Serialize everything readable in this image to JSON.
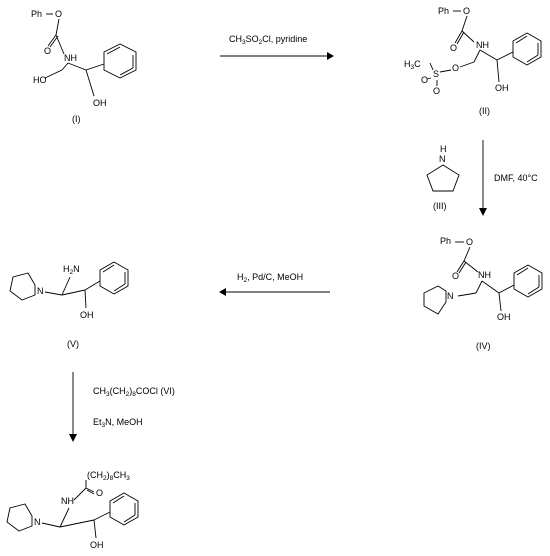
{
  "compounds": [
    {
      "id": "I",
      "label": "(I)",
      "atoms": [
        "Ph",
        "O",
        "O",
        "NH",
        "HO",
        "OH"
      ]
    },
    {
      "id": "II",
      "label": "(II)",
      "atoms": [
        "Ph",
        "O",
        "O",
        "NH",
        "O",
        "OH",
        "H",
        "C",
        "S",
        "O",
        "O"
      ]
    },
    {
      "id": "III",
      "label": "(III)",
      "atoms": [
        "H",
        "N"
      ]
    },
    {
      "id": "IV",
      "label": "(IV)",
      "atoms": [
        "Ph",
        "O",
        "O",
        "NH",
        "N",
        "OH"
      ]
    },
    {
      "id": "V",
      "label": "(V)",
      "atoms": [
        "H",
        "N",
        "OH"
      ]
    },
    {
      "id": "VII",
      "label": "",
      "atoms": [
        "(CH",
        "CH",
        "O",
        "NH",
        "N",
        "OH"
      ]
    }
  ],
  "conditions": {
    "step1": {
      "a": "CH",
      "b": "SO",
      "c": "Cl, pyridine"
    },
    "step2": {
      "text": "DMF,  40",
      "deg": "°C"
    },
    "step3": {
      "a": "H",
      "b": ", Pd/C, MeOH"
    },
    "step4": {
      "line1a": "CH",
      "line1b": "(CH",
      "line1c": ")",
      "line1d": "COCl  (VI)",
      "line2a": "Et",
      "line2b": "N, MeOH"
    }
  },
  "subscripts": {
    "three": "3",
    "two": "2",
    "eight": "8"
  }
}
